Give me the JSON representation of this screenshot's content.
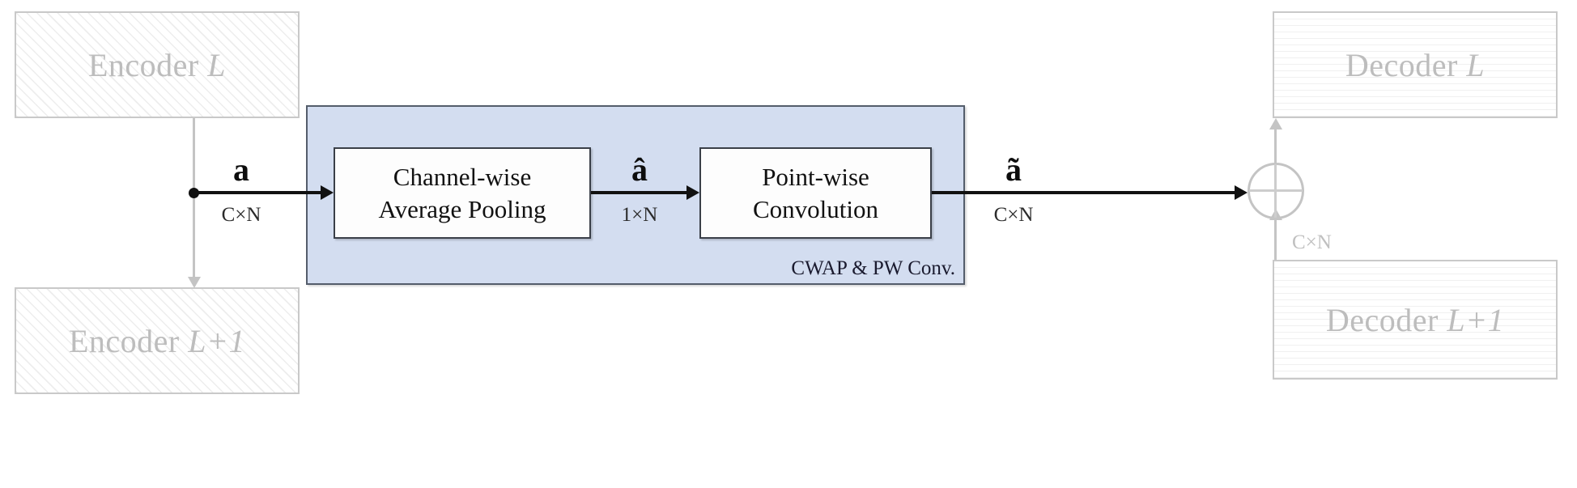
{
  "diagram": {
    "title": "CWAP & PW Conv. module between encoder and decoder stages",
    "colors": {
      "panel_fill": "#d3ddf0",
      "panel_border": "#545d6b",
      "faded_gray": "#c4c4c4",
      "signal_black": "#111111"
    },
    "side_blocks": {
      "encoder_top": {
        "label": "Encoder ",
        "index": "L",
        "pattern": "diagonal-hatch"
      },
      "encoder_bottom": {
        "label": "Encoder ",
        "index": "L+1",
        "pattern": "diagonal-hatch"
      },
      "decoder_top": {
        "label": "Decoder ",
        "index": "L",
        "pattern": "fine-grid"
      },
      "decoder_bottom": {
        "label": "Decoder ",
        "index": "L+1",
        "pattern": "fine-grid"
      }
    },
    "panel": {
      "caption": "CWAP & PW Conv."
    },
    "operations": [
      {
        "line1": "Channel-wise",
        "line2": "Average Pooling"
      },
      {
        "line1": "Point-wise",
        "line2": "Convolution"
      }
    ],
    "tensors": {
      "input": {
        "symbol": "a",
        "dims": "C×N"
      },
      "pooled": {
        "symbol": "â",
        "dims": "1×N"
      },
      "output": {
        "symbol": "ã",
        "dims": "C×N"
      },
      "skip": {
        "dims": "C×N"
      }
    }
  }
}
